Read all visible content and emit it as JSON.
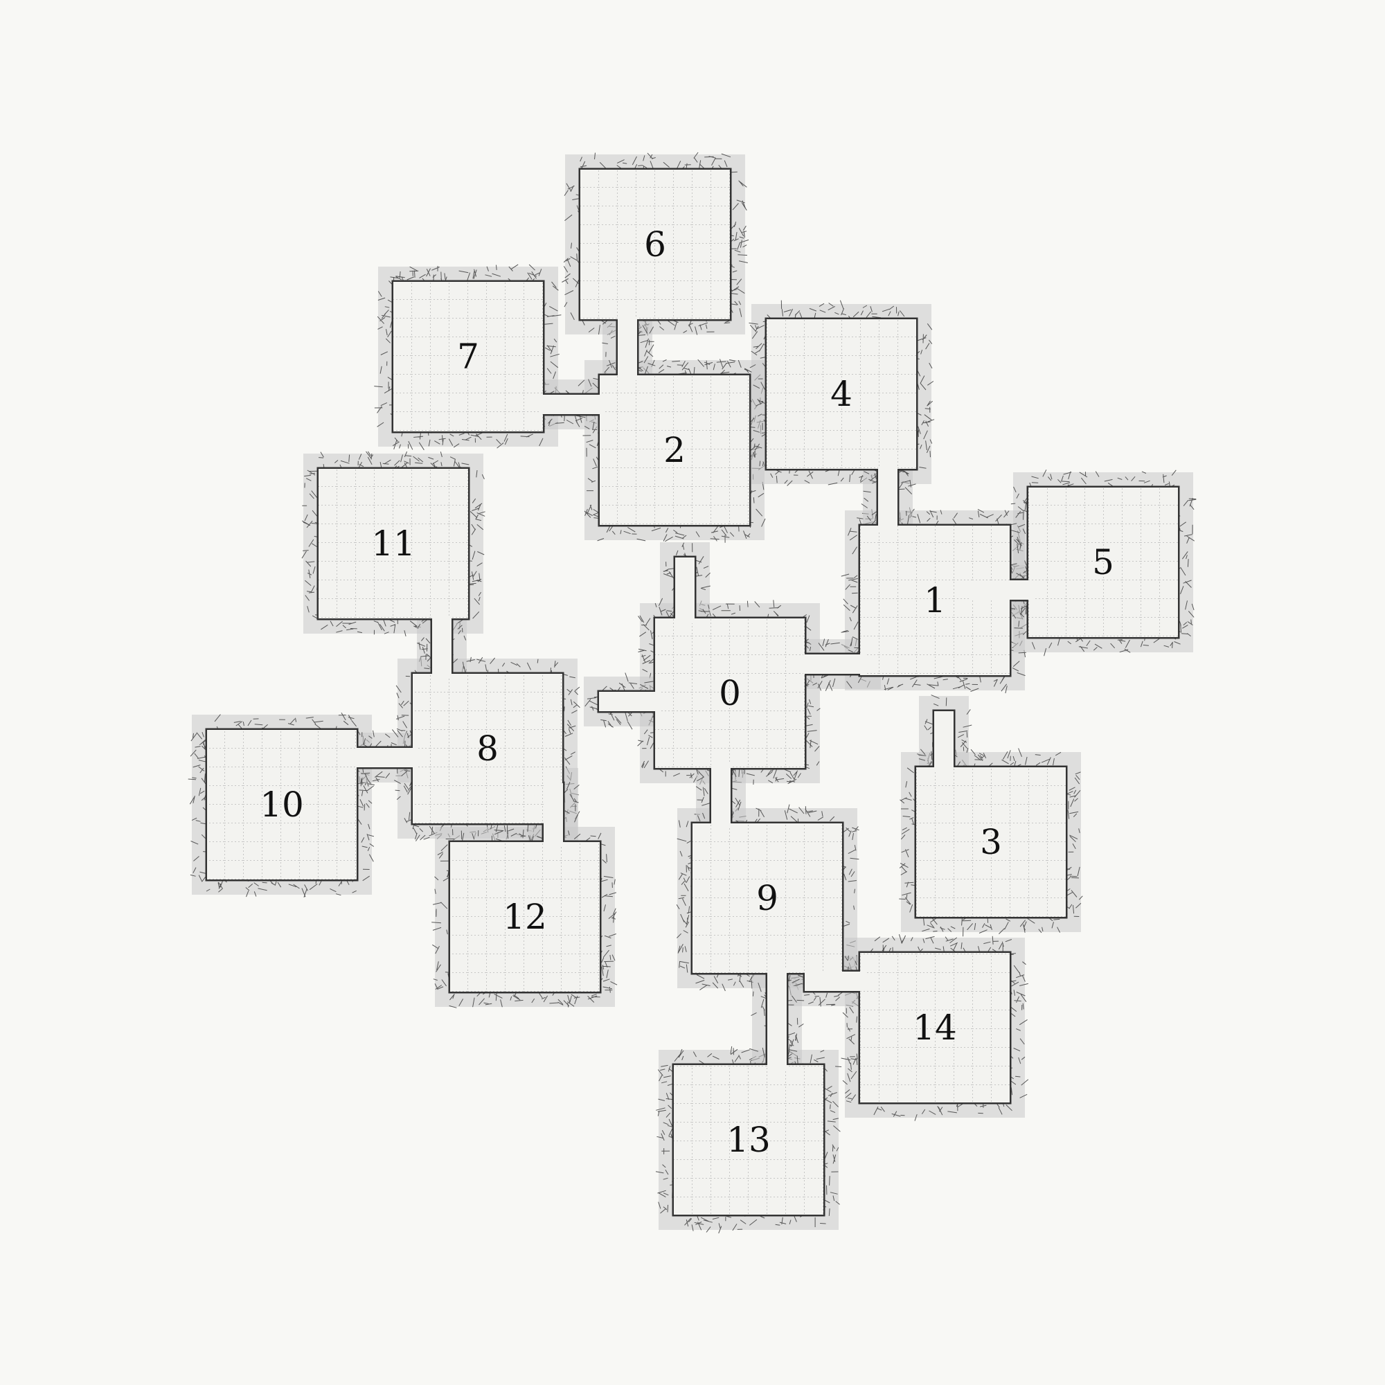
{
  "map": {
    "colors": {
      "background": "#f8f8f5",
      "floor": "#f3f3f0",
      "grid": "#9a9a9a",
      "wall": "#333333",
      "hatch": "#555555",
      "shadow": "#c8c8c8"
    },
    "rooms": [
      {
        "label": "0"
      },
      {
        "label": "1"
      },
      {
        "label": "2"
      },
      {
        "label": "3"
      },
      {
        "label": "4"
      },
      {
        "label": "5"
      },
      {
        "label": "6"
      },
      {
        "label": "7"
      },
      {
        "label": "8"
      },
      {
        "label": "9"
      },
      {
        "label": "10"
      },
      {
        "label": "11"
      },
      {
        "label": "12"
      },
      {
        "label": "13"
      },
      {
        "label": "14"
      }
    ]
  }
}
